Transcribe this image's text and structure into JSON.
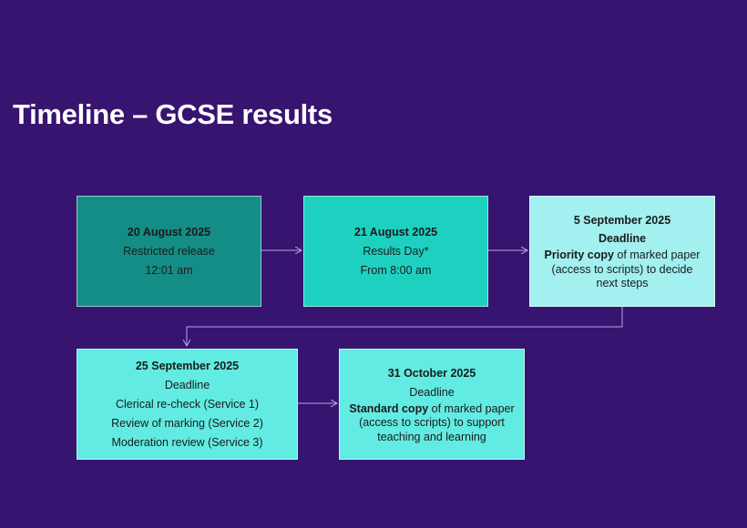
{
  "title": "Timeline – GCSE results",
  "boxes": [
    {
      "date": "20 August 2025",
      "line1": "Restricted release",
      "line2": "12:01 am",
      "color": "#148d86"
    },
    {
      "date": "21 August 2025",
      "line1": "Results Day*",
      "line2": "From 8:00 am",
      "color": "#1ed0c0"
    },
    {
      "date": "5 September 2025",
      "label": "Deadline",
      "bold": "Priority copy",
      "desc": " of marked paper (access to scripts) to decide next steps",
      "color": "#a2f0f0"
    },
    {
      "date": "25 September 2025",
      "label": "Deadline",
      "items": [
        "Clerical re-check (Service 1)",
        "Review of marking (Service 2)",
        "Moderation review (Service 3)"
      ],
      "color": "#62ebe2"
    },
    {
      "date": "31 October 2025",
      "label": "Deadline",
      "bold": "Standard copy",
      "desc": " of marked paper (access to scripts) to support teaching and learning",
      "color": "#62ebe2"
    }
  ],
  "colors": {
    "background": "#371470",
    "connector": "#b9a6e6",
    "title": "#ffffff"
  }
}
